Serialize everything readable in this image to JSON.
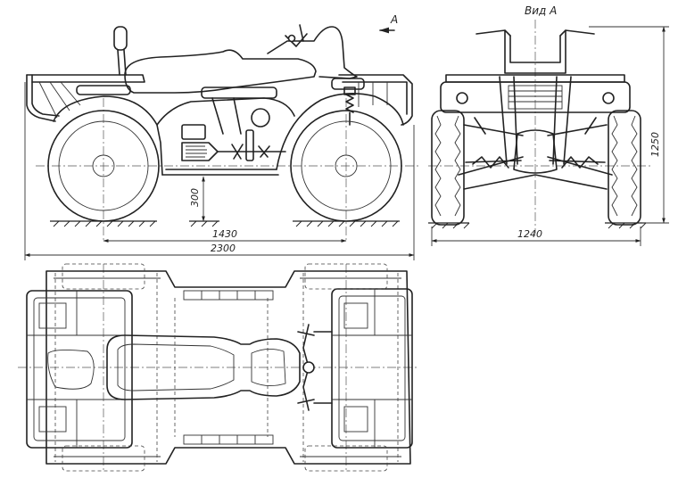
{
  "labels": {
    "view_arrow": "A",
    "view_title": "Вид А"
  },
  "dimensions": {
    "ground_clearance": "300",
    "wheelbase": "1430",
    "overall_length": "2300",
    "track_width": "1240",
    "overall_height": "1250"
  }
}
